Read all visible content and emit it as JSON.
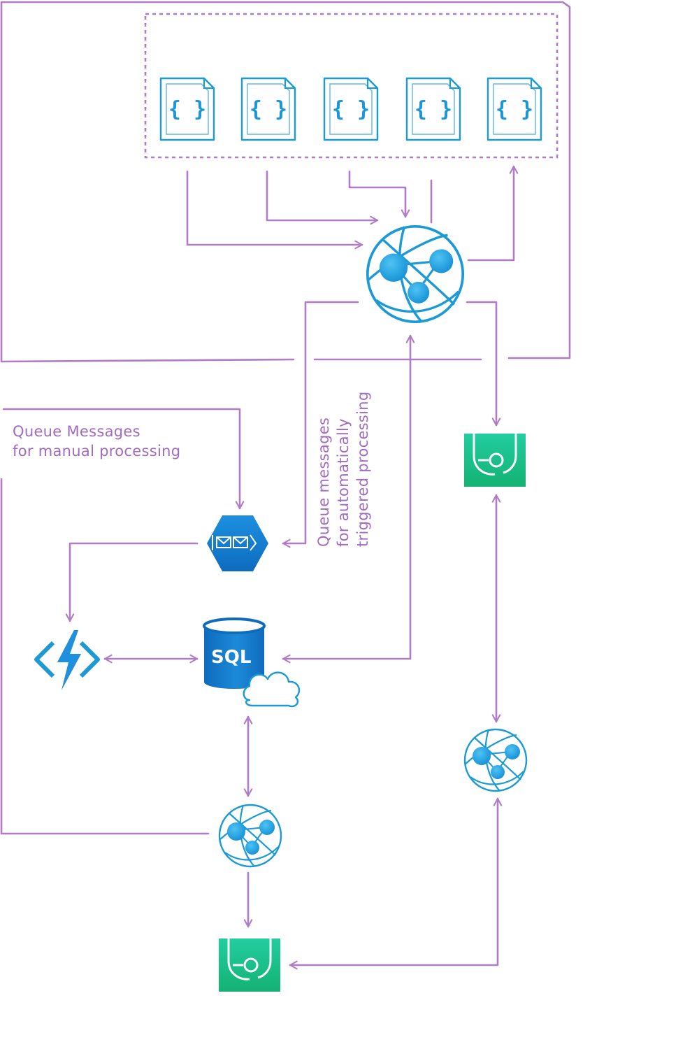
{
  "colors": {
    "connector": "#b07cc6",
    "label_text": "#a36bbd",
    "azure_blue": "#1a96d9",
    "azure_dark_blue": "#0a6bb8",
    "green": "#1fc08a"
  },
  "labels": {
    "manual_queue": [
      "Queue Messages",
      "for manual processing"
    ],
    "auto_queue": [
      "Queue messages",
      "for automatically",
      "triggered processing"
    ]
  },
  "sql": {
    "text": "SQL"
  },
  "json_files": [
    {
      "glyph": "{ }",
      "icon": "json-file-icon"
    },
    {
      "glyph": "{ }",
      "icon": "json-file-icon"
    },
    {
      "glyph": "{ }",
      "icon": "json-file-icon"
    },
    {
      "glyph": "{ }",
      "icon": "json-file-icon"
    },
    {
      "glyph": "{ }",
      "icon": "json-file-icon"
    }
  ],
  "nodes": {
    "web_app_top": "app-service-globe-icon",
    "queue": "storage-queue-icon",
    "function": "azure-function-icon",
    "database": "sql-database-icon",
    "web_app_bottom_left": "app-service-globe-icon",
    "web_app_bottom_right": "app-service-globe-icon",
    "gateway_top": "application-gateway-icon",
    "gateway_bottom": "application-gateway-icon"
  }
}
